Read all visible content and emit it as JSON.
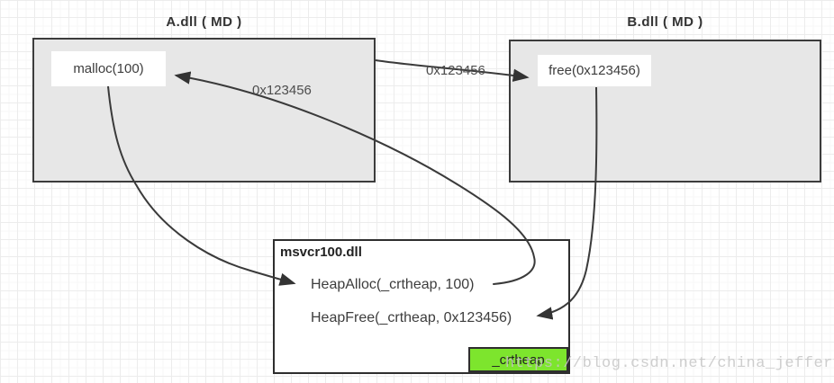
{
  "modules": {
    "a": {
      "title": "A.dll ( MD )",
      "call": "malloc(100)"
    },
    "b": {
      "title": "B.dll ( MD )",
      "call": "free(0x123456)"
    }
  },
  "runtime": {
    "title": "msvcr100.dll",
    "alloc_line": "HeapAlloc(_crtheap, 100)",
    "free_line": "HeapFree(_crtheap, 0x123456)",
    "heap_label": "_crtheap"
  },
  "edges": {
    "a_to_b_label": "0x123456",
    "return_label": "0x123456"
  },
  "watermark": "https://blog.csdn.net/china_jeffery",
  "colors": {
    "module_fill": "#e7e7e7",
    "module_border": "#3c3c3c",
    "runtime_fill": "#ffffff",
    "heap_fill": "#7de52d",
    "connector": "#3a3a3a",
    "edge_label_text": "#4d4d4d",
    "watermark_text": "#c5c5c5"
  }
}
